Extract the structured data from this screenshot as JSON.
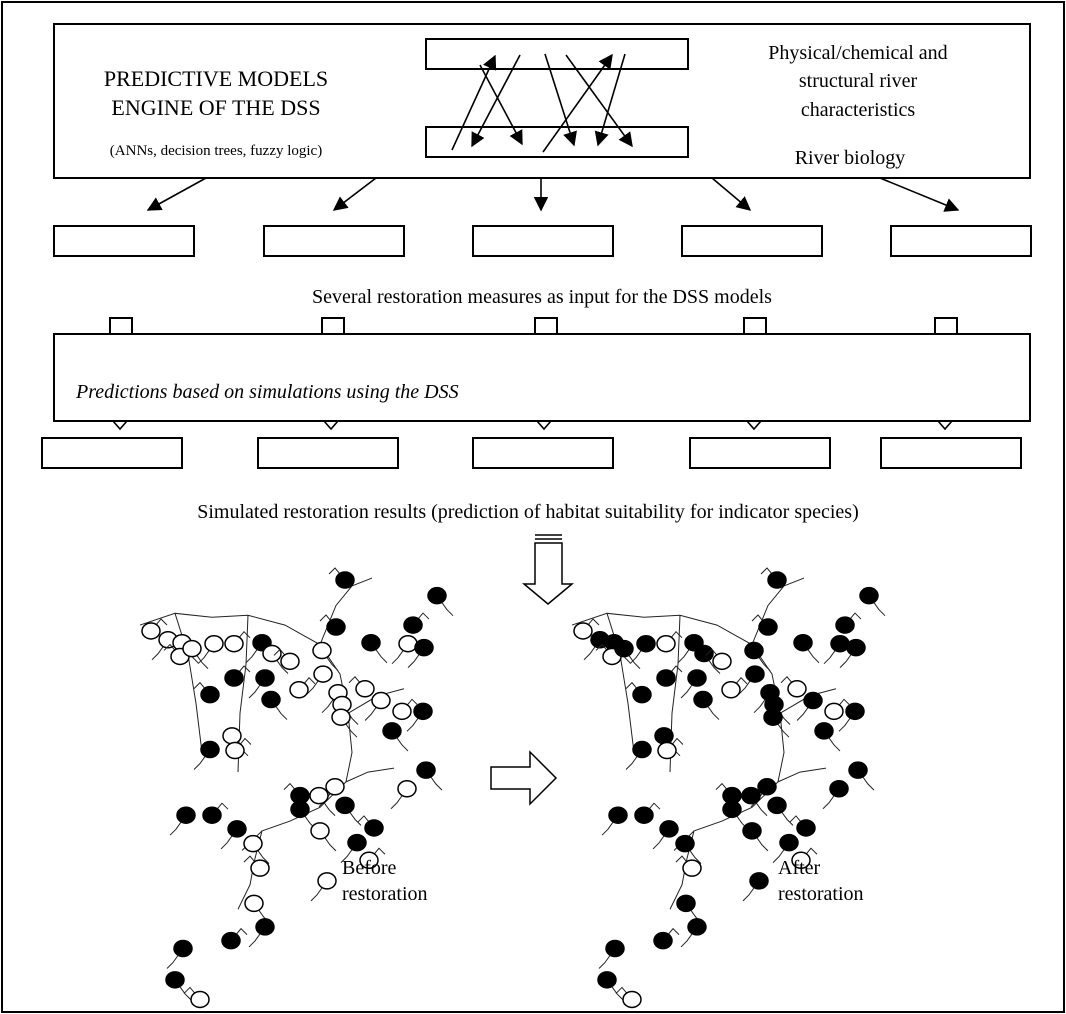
{
  "engine": {
    "title_line1": "PREDICTIVE MODELS",
    "title_line2": "ENGINE OF THE DSS",
    "methods": "(ANNs, decision trees, fuzzy logic)",
    "physchem_line1": "Physical/chemical and",
    "physchem_line2": "structural river",
    "physchem_line3": "characteristics",
    "biology": "River biology"
  },
  "measures_caption": "Several restoration measures as input for the DSS models",
  "predictions_caption": "Predictions based on simulations using the DSS",
  "results_caption": "Simulated restoration results (prediction of habitat suitability for indicator species)",
  "maps": {
    "before_line1": "Before",
    "before_line2": "restoration",
    "after_line1": "After",
    "after_line2": "restoration"
  },
  "legend_colors": {
    "suitable": "#000000",
    "unsuitable": "#ffffff"
  }
}
